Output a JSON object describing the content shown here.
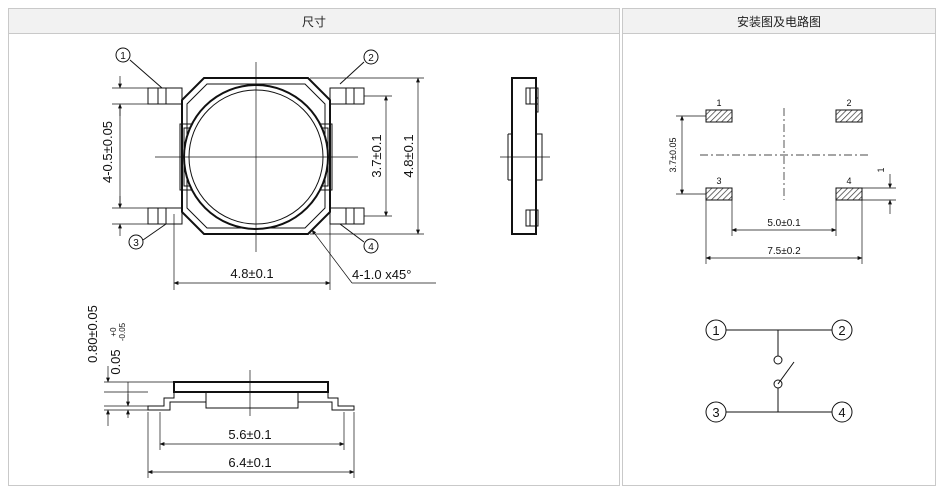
{
  "headers": {
    "dimensions": "尺寸",
    "mounting": "安装图及电路图"
  },
  "top_view": {
    "pins": [
      "1",
      "2",
      "3",
      "4"
    ],
    "dim_body_width": "4.8±0.1",
    "dim_body_height": "4.8±0.1",
    "dim_inner_height": "3.7±0.1",
    "dim_pin_width": "4-0.5±0.05",
    "dim_chamfer": "4-1.0 x45°"
  },
  "side_view": {
    "dim_body_thickness": "0.80±0.05",
    "dim_standoff": "0.05",
    "tol_upper": "+0",
    "tol_lower": "-0.05",
    "dim_body_length": "5.6±0.1",
    "dim_overall_length": "6.4±0.1"
  },
  "footprint": {
    "pads": [
      "1",
      "2",
      "3",
      "4"
    ],
    "dim_pad_pitch_v": "3.7±0.05",
    "dim_pad_height": "1",
    "dim_pad_pitch_h": "5.0±0.1",
    "dim_overall": "7.5±0.2"
  },
  "circuit": {
    "nodes": [
      "1",
      "2",
      "3",
      "4"
    ]
  }
}
